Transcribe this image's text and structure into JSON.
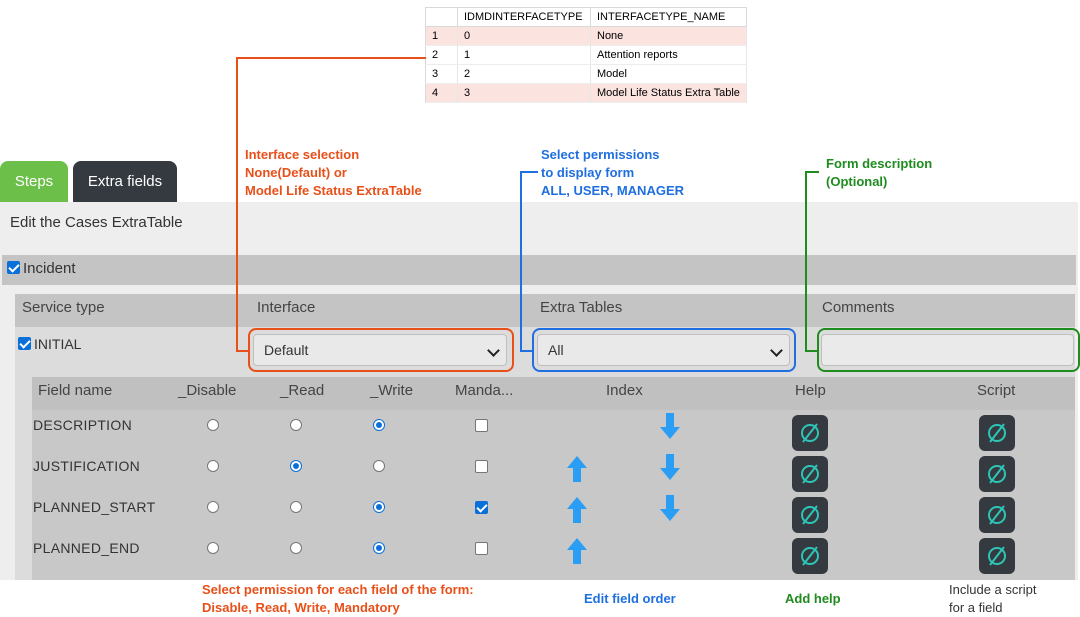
{
  "db_table": {
    "columns": [
      "IDMDINTERFACETYPE",
      "INTERFACETYPE_NAME"
    ],
    "rows": [
      {
        "num": "1",
        "id": "0",
        "name": "None"
      },
      {
        "num": "2",
        "id": "1",
        "name": "Attention reports"
      },
      {
        "num": "3",
        "id": "2",
        "name": "Model"
      },
      {
        "num": "4",
        "id": "3",
        "name": "Model Life Status Extra Table"
      }
    ]
  },
  "tabs": {
    "steps": "Steps",
    "extra_fields": "Extra fields"
  },
  "edit_title": "Edit the Cases ExtraTable",
  "incident": {
    "label": "Incident",
    "checked": true
  },
  "service_headers": {
    "service_type": "Service type",
    "interface": "Interface",
    "extra_tables": "Extra Tables",
    "comments": "Comments"
  },
  "service_row": {
    "label": "INITIAL",
    "checked": true,
    "interface_value": "Default",
    "extra_tables_value": "All",
    "comments_value": ""
  },
  "field_headers": {
    "field_name": "Field name",
    "disable": "_Disable",
    "read": "_Read",
    "write": "_Write",
    "mandatory": "Manda...",
    "index": "Index",
    "help": "Help",
    "script": "Script"
  },
  "fields": [
    {
      "name": "DESCRIPTION",
      "permission": "write",
      "mandatory": false,
      "up": false,
      "down": true
    },
    {
      "name": "JUSTIFICATION",
      "permission": "read",
      "mandatory": false,
      "up": true,
      "down": true
    },
    {
      "name": "PLANNED_START",
      "permission": "write",
      "mandatory": true,
      "up": true,
      "down": true
    },
    {
      "name": "PLANNED_END",
      "permission": "write",
      "mandatory": false,
      "up": true,
      "down": false
    }
  ],
  "annotations": {
    "interface": [
      "Interface selection",
      "None(Default) or",
      "Model Life Status ExtraTable"
    ],
    "permissions": [
      "Select permissions",
      "to display form",
      "ALL, USER, MANAGER"
    ],
    "form_description": [
      "Form description",
      "(Optional)"
    ],
    "field_permission": [
      "Select permission for each field of the form:",
      "Disable, Read, Write, Mandatory"
    ],
    "field_order": "Edit field order",
    "add_help": "Add help",
    "script": [
      "Include a script",
      "for a field"
    ]
  },
  "colors": {
    "orange": "#e8501a",
    "blue": "#1f6fe0",
    "green": "#1e8c1e",
    "tab_green": "#6cc04a",
    "tab_dark": "#343a40",
    "icon_teal": "#2ec4b6",
    "arrow_blue": "#2a9df4"
  },
  "icons": {
    "help": "empty-set-icon",
    "script": "empty-set-icon",
    "move_up": "arrow-up-icon",
    "move_down": "arrow-down-icon"
  }
}
